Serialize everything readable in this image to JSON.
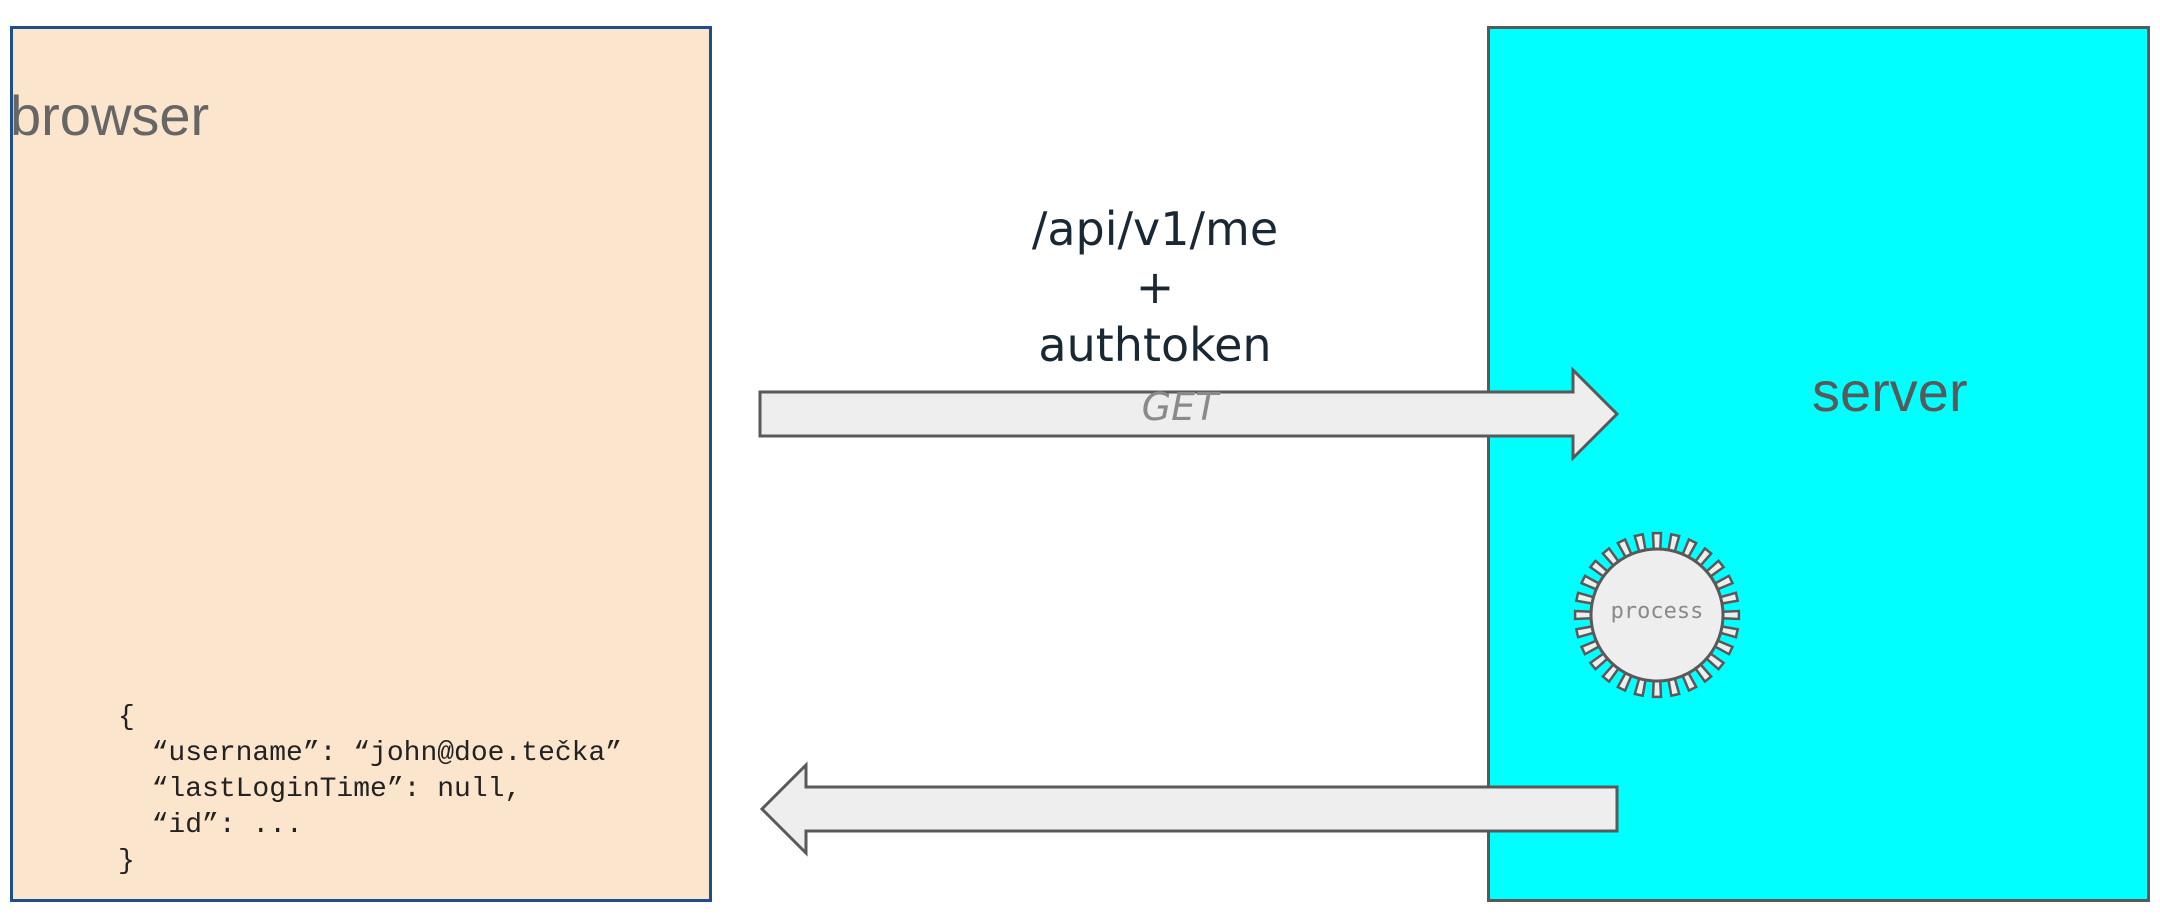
{
  "browser": {
    "label": "browser"
  },
  "server": {
    "label": "server"
  },
  "request": {
    "lines": [
      "/api/v1/me",
      "+",
      "authtoken"
    ],
    "method": "GET"
  },
  "response": {
    "json_lines": [
      "{",
      "  “username”: “john@doe.tečka”",
      "  “lastLoginTime”: null,",
      "  “id”: ...",
      "}"
    ]
  },
  "process": {
    "label": "process"
  },
  "colors": {
    "browser_fill": "#fce5cd",
    "browser_border": "#1f4e8c",
    "server_fill": "#00ffff",
    "server_border": "#595959",
    "arrow_fill": "#eeeeee",
    "arrow_stroke": "#595959"
  }
}
